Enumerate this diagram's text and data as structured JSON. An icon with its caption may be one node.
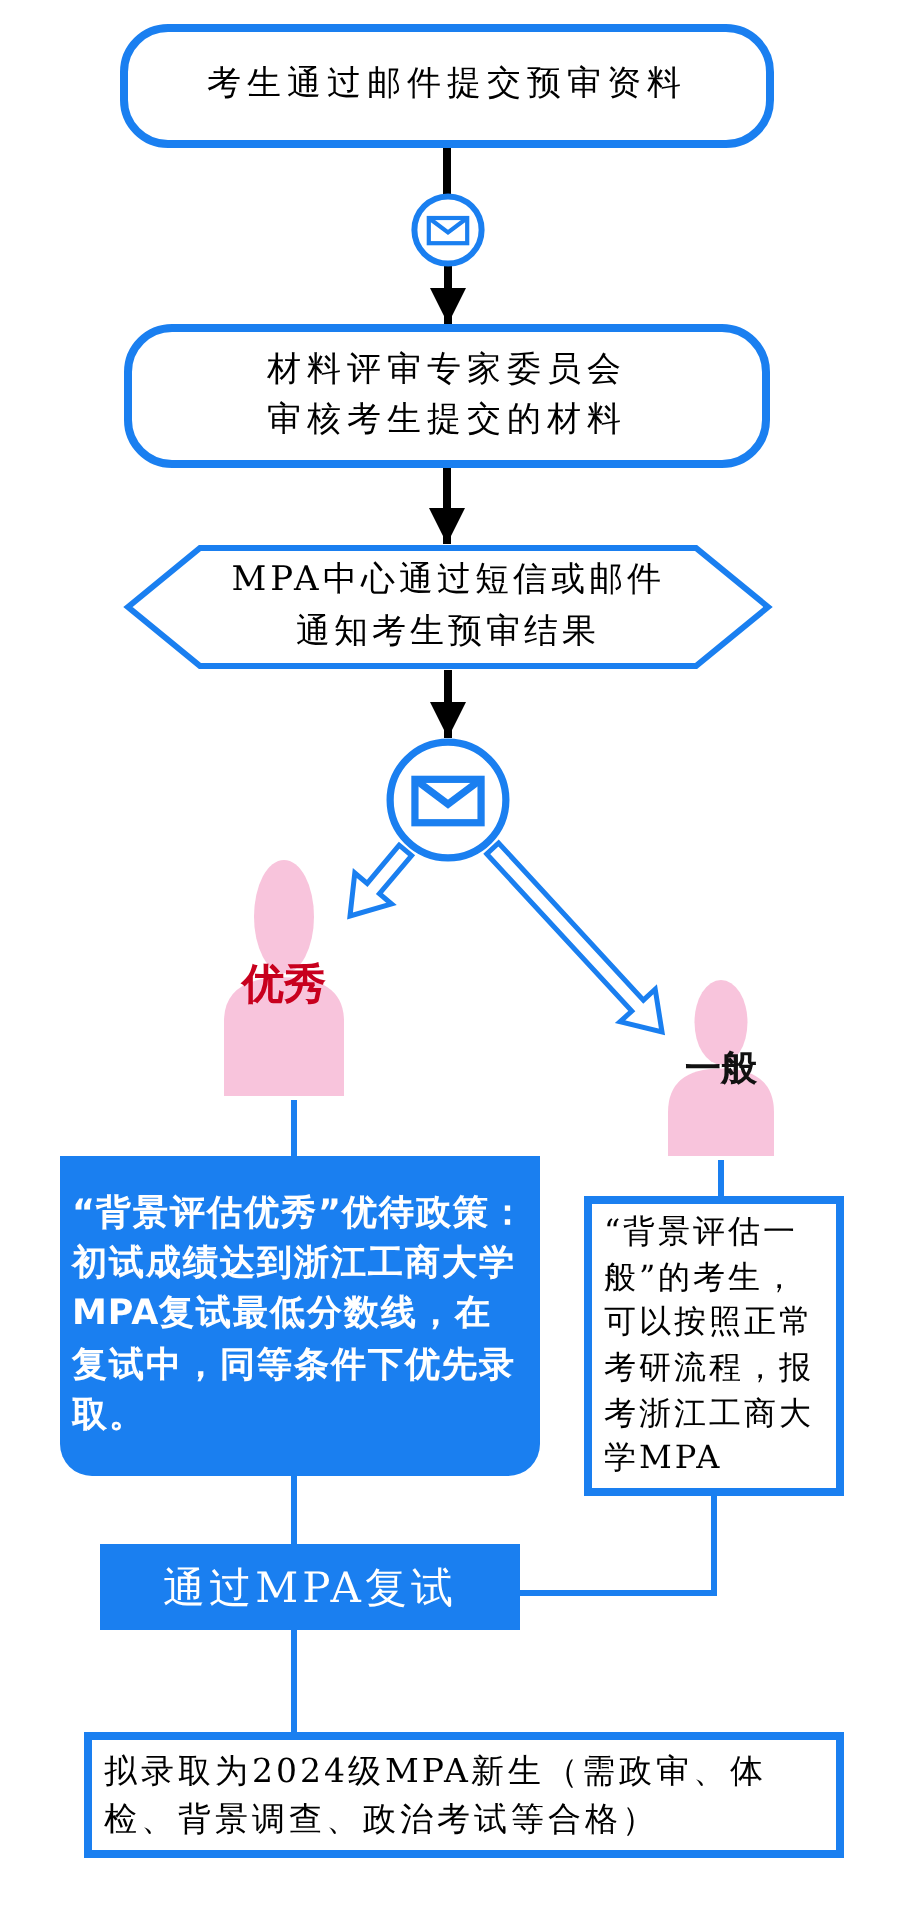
{
  "diagram": {
    "nodes": [
      {
        "text": [
          "考生通过邮件提交预审资料"
        ]
      },
      {
        "text": [],
        "shape": "circle"
      },
      {
        "text": [
          "材料评审专家委员会审核考生提交的材料"
        ]
      },
      {
        "text": [
          "MPA中心通过短信或邮件通知考生预审结果"
        ]
      },
      {
        "text": [],
        "shape": "circle"
      },
      {
        "text": [
          "优秀"
        ]
      },
      {
        "text": [
          "一般"
        ]
      },
      {
        "text": [
          "“背景评估优秀”优待政策：初试成绩达到浙江工商大学MPA复试最低分数线，在复试中，同等条件下优先录取。"
        ]
      },
      {
        "text": [
          "“背景评估一般”的考生，可以按照正常考研流程，报考浙江工商大学MPA"
        ]
      },
      {
        "text": [
          "通过MPA复试"
        ]
      },
      {
        "text": [
          "拟录取为2024级MPA新生（需政审、体检、背景调查、政治考试等合格）"
        ]
      }
    ],
    "edges": [
      {
        "from": 0,
        "to": 1,
        "arrow": "none",
        "color": "#000000"
      },
      {
        "from": 1,
        "to": 2,
        "arrow": "to",
        "color": "#000000"
      },
      {
        "from": 2,
        "to": 3,
        "arrow": "to",
        "color": "#000000"
      },
      {
        "from": 3,
        "to": 4,
        "arrow": "to",
        "color": "#000000"
      },
      {
        "from": 4,
        "to": 5,
        "arrow": "to",
        "style": "thick"
      },
      {
        "from": 4,
        "to": 6,
        "arrow": "to",
        "style": "thick"
      },
      {
        "from": 5,
        "to": 7,
        "arrow": "none"
      },
      {
        "from": 6,
        "to": 8,
        "arrow": "none"
      },
      {
        "from": 7,
        "to": 9,
        "arrow": "none"
      },
      {
        "from": 8,
        "to": 9,
        "arrow": "none"
      },
      {
        "from": 9,
        "to": 10,
        "arrow": "none"
      }
    ]
  }
}
